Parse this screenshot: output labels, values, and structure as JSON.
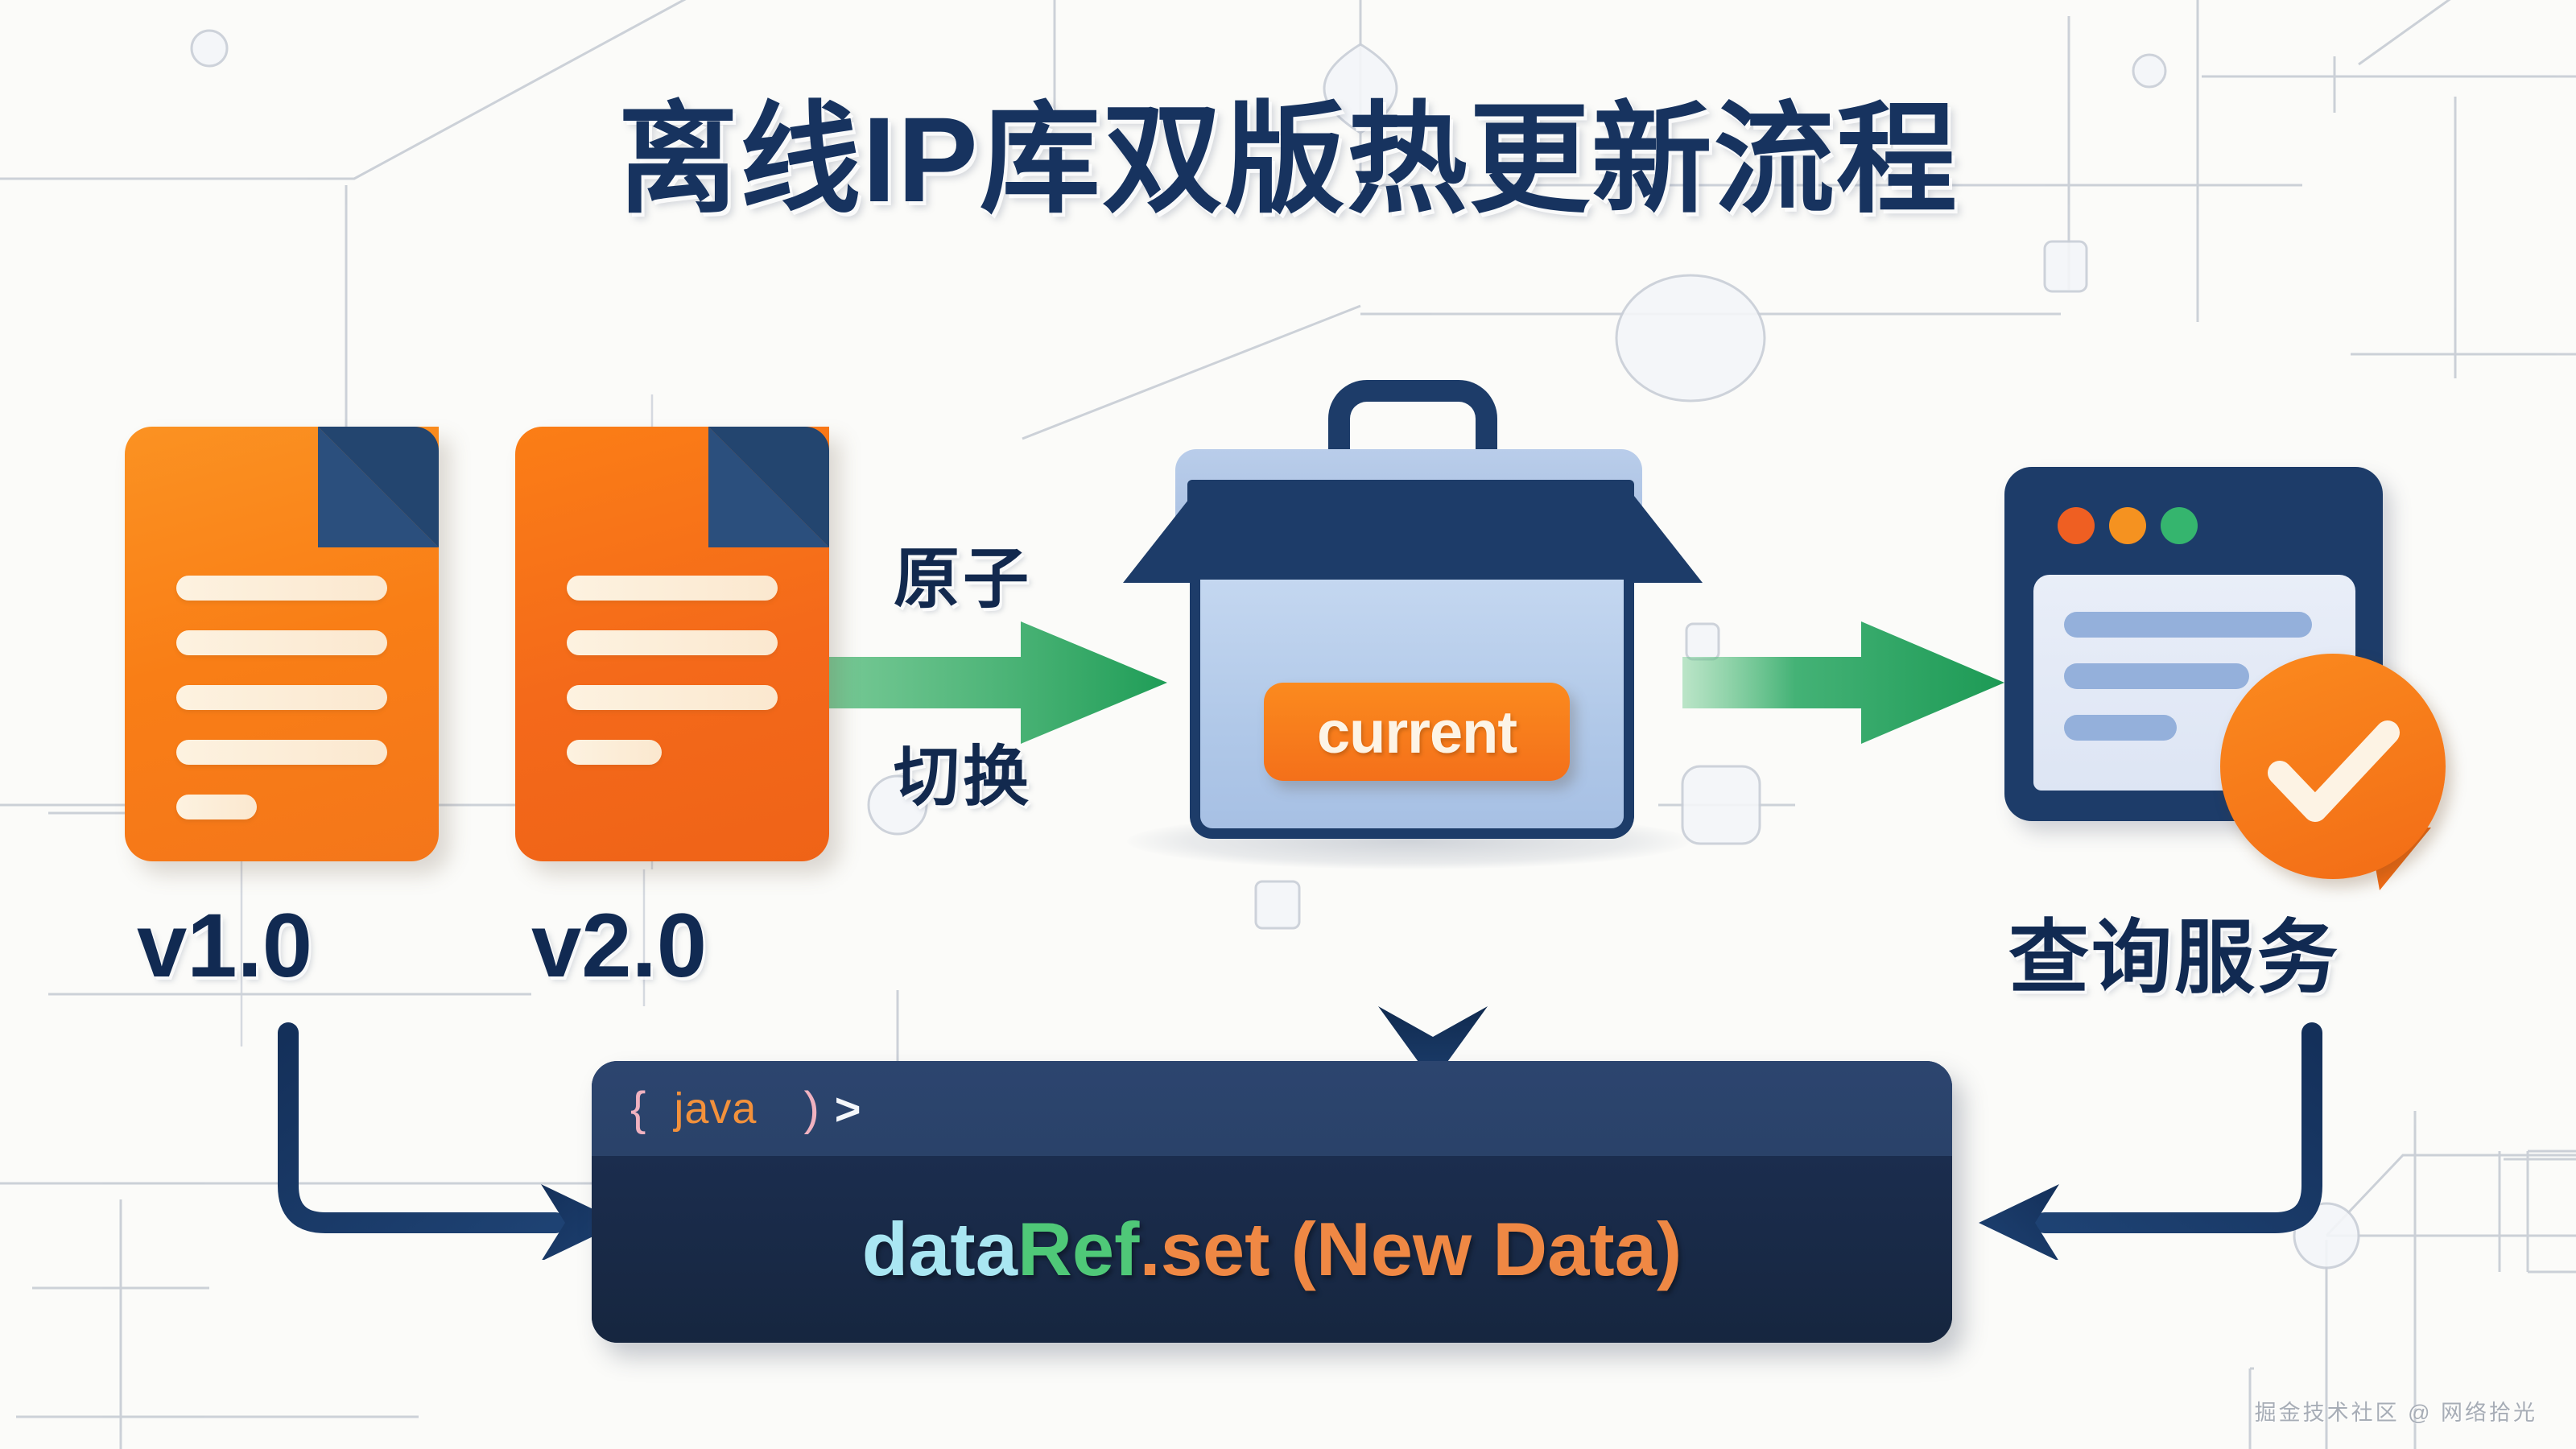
{
  "page": {
    "title": "离线IP库双版热更新流程",
    "watermark": "掘金技术社区 @ 网络拾光",
    "background_color": "#fbfbf9"
  },
  "colors": {
    "navy": "#17335f",
    "orange": "#f4761a",
    "green": "#1f9d57",
    "light_blue": "#b0c8e8",
    "code_bg": "#1c2e4f"
  },
  "files": [
    {
      "label": "v1.0",
      "icon": "document-icon",
      "lines": 5
    },
    {
      "label": "v2.0",
      "icon": "document-icon",
      "lines": 4
    }
  ],
  "flow": {
    "arrow_caption_top": "原子",
    "arrow_caption_bottom": "切换",
    "toolbox": {
      "icon": "toolbox-icon",
      "badge_label": "current"
    },
    "service": {
      "icon": "browser-window-icon",
      "label": "查询服务",
      "status_icon": "check-badge-icon",
      "dots": [
        "#ef5f22",
        "#f59220",
        "#35b56e"
      ]
    }
  },
  "code_panel": {
    "header": {
      "open_brace": "{",
      "language": "java",
      "close_brace": ")",
      "chevron": ">"
    },
    "statement": {
      "part1": "data",
      "part2": "Ref",
      "part3": ".set",
      "part4": " (New Data)",
      "full": "dataRef.set (New Data)"
    }
  }
}
